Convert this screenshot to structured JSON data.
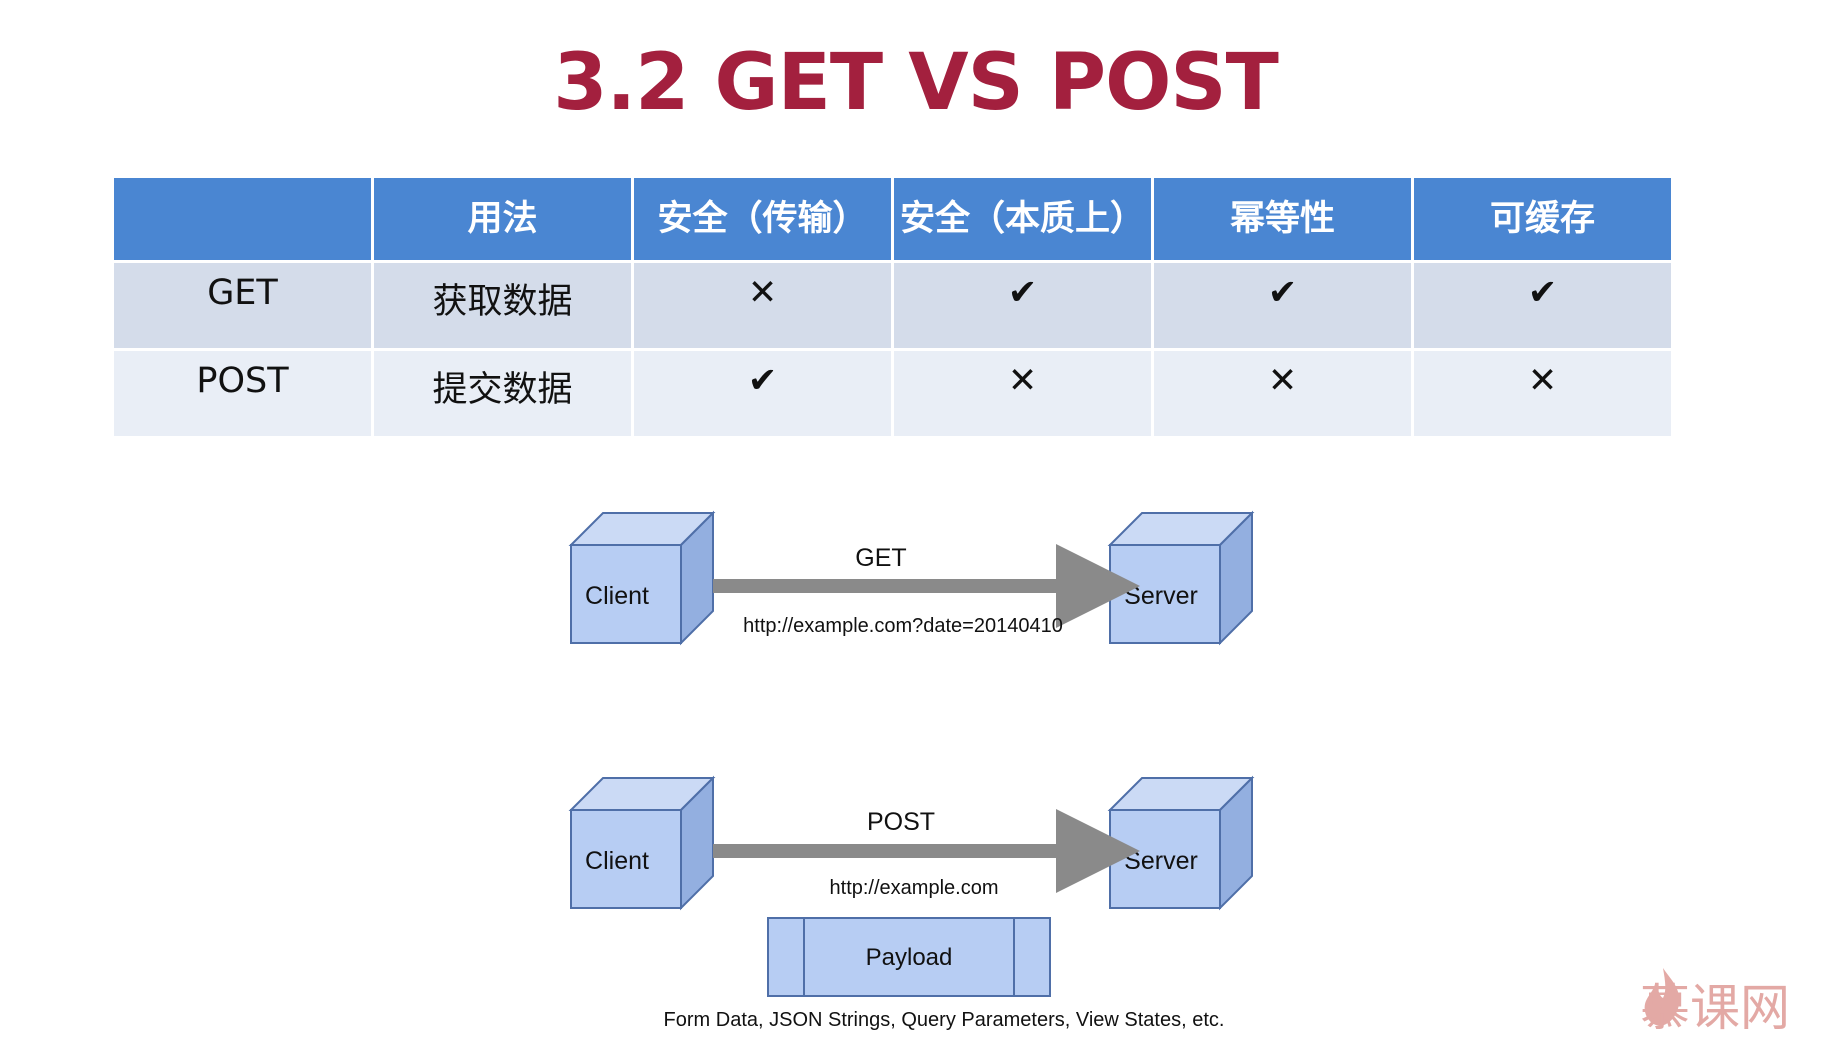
{
  "slide": {
    "title": "3.2 GET VS POST"
  },
  "table": {
    "headers": [
      "",
      "用法",
      "安全（传输）",
      "安全（本质上）",
      "幂等性",
      "可缓存"
    ],
    "rows": [
      {
        "method": "GET",
        "usage": "获取数据",
        "cells": [
          "✕",
          "✔",
          "✔",
          "✔"
        ]
      },
      {
        "method": "POST",
        "usage": "提交数据",
        "cells": [
          "✔",
          "✕",
          "✕",
          "✕"
        ]
      }
    ]
  },
  "diagram": {
    "get": {
      "client_label": "Client",
      "server_label": "Server",
      "arrow_label": "GET",
      "url": "http://example.com?date=20140410"
    },
    "post": {
      "client_label": "Client",
      "server_label": "Server",
      "arrow_label": "POST",
      "url": "http://example.com",
      "payload_label": "Payload",
      "payload_caption": "Form Data, JSON Strings, Query Parameters, View States, etc."
    }
  },
  "watermark": {
    "text": "慕课网"
  },
  "colors": {
    "title": "#a3203e",
    "header_bg": "#4a86d2",
    "row_get_bg": "#d4dcea",
    "row_post_bg": "#e9eef6",
    "box_front": "#b7cdf3",
    "box_top": "#cbdaf5",
    "box_side": "#93afe0",
    "box_stroke": "#4f6fa8",
    "arrow": "#8a8a8a",
    "watermark": "#e3a9a5"
  }
}
